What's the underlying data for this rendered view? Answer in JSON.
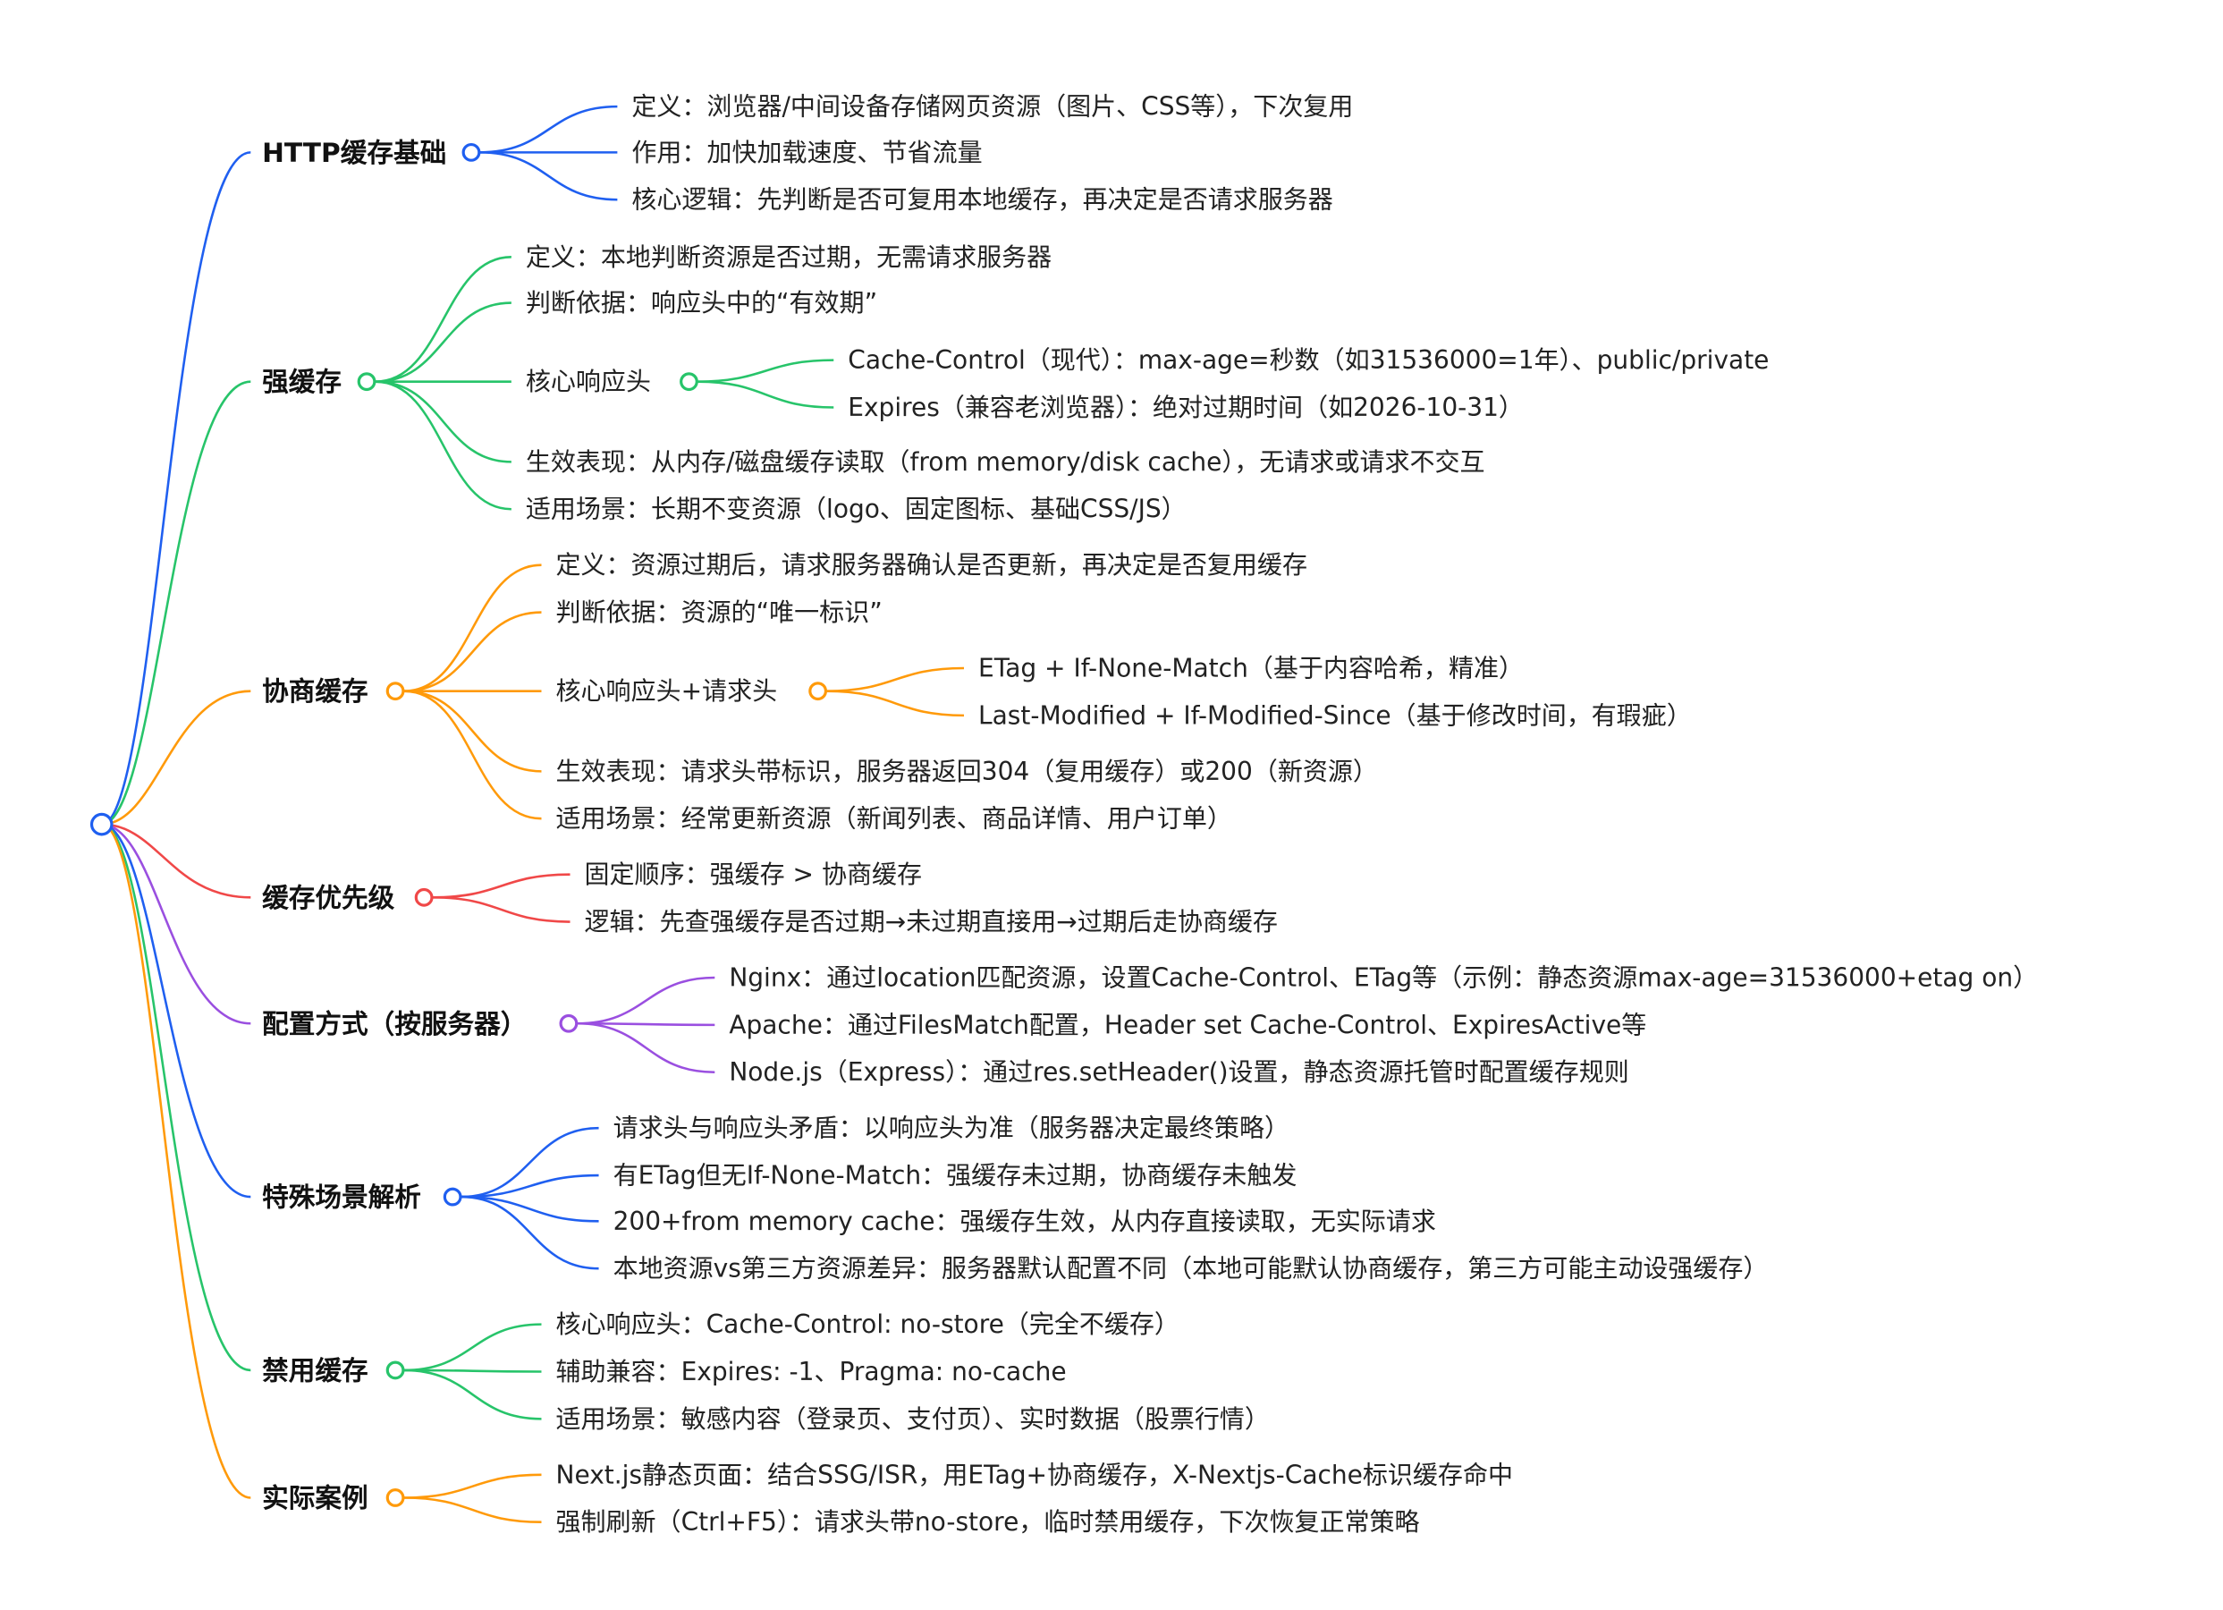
{
  "colors": {
    "blue": "#1f5ff0",
    "green": "#27c46a",
    "orange": "#ff9a0a",
    "red": "#f04848",
    "purple": "#9a4fe0"
  },
  "branches": [
    {
      "label": "HTTP缓存基础",
      "color": "blue",
      "children": [
        {
          "label": "定义：浏览器/中间设备存储网页资源（图片、CSS等），下次复用"
        },
        {
          "label": "作用：加快加载速度、节省流量"
        },
        {
          "label": "核心逻辑：先判断是否可复用本地缓存，再决定是否请求服务器"
        }
      ]
    },
    {
      "label": "强缓存",
      "color": "green",
      "children": [
        {
          "label": "定义：本地判断资源是否过期，无需请求服务器"
        },
        {
          "label": "判断依据：响应头中的“有效期”"
        },
        {
          "label": "核心响应头",
          "children": [
            {
              "label": "Cache-Control（现代）：max-age=秒数（如31536000=1年）、public/private"
            },
            {
              "label": "Expires（兼容老浏览器）：绝对过期时间（如2026-10-31）"
            }
          ]
        },
        {
          "label": "生效表现：从内存/磁盘缓存读取（from memory/disk cache），无请求或请求不交互"
        },
        {
          "label": "适用场景：长期不变资源（logo、固定图标、基础CSS/JS）"
        }
      ]
    },
    {
      "label": "协商缓存",
      "color": "orange",
      "children": [
        {
          "label": "定义：资源过期后，请求服务器确认是否更新，再决定是否复用缓存"
        },
        {
          "label": "判断依据：资源的“唯一标识”"
        },
        {
          "label": "核心响应头+请求头",
          "children": [
            {
              "label": "ETag + If-None-Match（基于内容哈希，精准）"
            },
            {
              "label": "Last-Modified + If-Modified-Since（基于修改时间，有瑕疵）"
            }
          ]
        },
        {
          "label": "生效表现：请求头带标识，服务器返回304（复用缓存）或200（新资源）"
        },
        {
          "label": "适用场景：经常更新资源（新闻列表、商品详情、用户订单）"
        }
      ]
    },
    {
      "label": "缓存优先级",
      "color": "red",
      "children": [
        {
          "label": "固定顺序：强缓存 > 协商缓存"
        },
        {
          "label": "逻辑：先查强缓存是否过期→未过期直接用→过期后走协商缓存"
        }
      ]
    },
    {
      "label": "配置方式（按服务器）",
      "color": "purple",
      "children": [
        {
          "label": "Nginx：通过location匹配资源，设置Cache-Control、ETag等（示例：静态资源max-age=31536000+etag on）"
        },
        {
          "label": "Apache：通过FilesMatch配置，Header set Cache-Control、ExpiresActive等"
        },
        {
          "label": "Node.js（Express）：通过res.setHeader()设置，静态资源托管时配置缓存规则"
        }
      ]
    },
    {
      "label": "特殊场景解析",
      "color": "blue",
      "children": [
        {
          "label": "请求头与响应头矛盾：以响应头为准（服务器决定最终策略）"
        },
        {
          "label": "有ETag但无If-None-Match：强缓存未过期，协商缓存未触发"
        },
        {
          "label": "200+from memory cache：强缓存生效，从内存直接读取，无实际请求"
        },
        {
          "label": "本地资源vs第三方资源差异：服务器默认配置不同（本地可能默认协商缓存，第三方可能主动设强缓存）"
        }
      ]
    },
    {
      "label": "禁用缓存",
      "color": "green",
      "children": [
        {
          "label": "核心响应头：Cache-Control: no-store（完全不缓存）"
        },
        {
          "label": "辅助兼容：Expires: -1、Pragma: no-cache"
        },
        {
          "label": "适用场景：敏感内容（登录页、支付页）、实时数据（股票行情）"
        }
      ]
    },
    {
      "label": "实际案例",
      "color": "orange",
      "children": [
        {
          "label": "Next.js静态页面：结合SSG/ISR，用ETag+协商缓存，X-Nextjs-Cache标识缓存命中"
        },
        {
          "label": "强制刷新（Ctrl+F5）：请求头带no-store，临时禁用缓存，下次恢复正常策略"
        }
      ]
    }
  ]
}
